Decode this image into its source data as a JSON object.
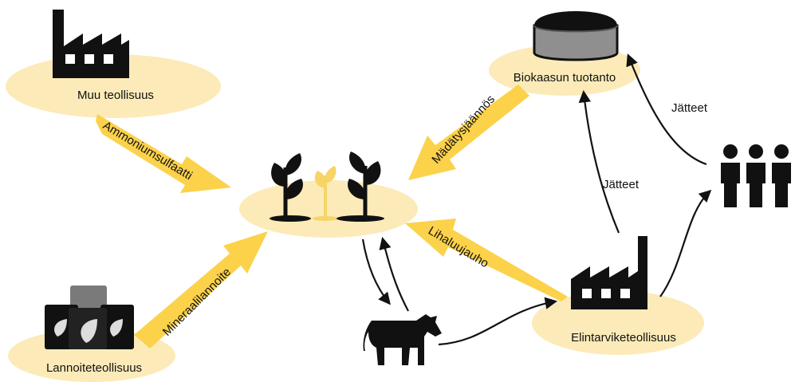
{
  "colors": {
    "ellipse_fill": "#fcebb8",
    "arrow_fill": "#fbd24a",
    "icon_fill": "#111111",
    "sprout_fill": "#f6d566",
    "tank_fill": "#8f8f8f",
    "bag_grey": "#7a7a7a"
  },
  "nodes": {
    "muu": {
      "label": "Muu teollisuus",
      "icon": "factory-icon"
    },
    "lannoite": {
      "label": "Lannoiteteollisuus",
      "icon": "fertilizer-bags-icon"
    },
    "biokaasu": {
      "label": "Biokaasun tuotanto",
      "icon": "biogas-tank-icon"
    },
    "elintarvike": {
      "label": "Elintarviketeollisuus",
      "icon": "factory-icon"
    },
    "kasvit": {
      "icon": "plants-icon"
    },
    "lehma": {
      "icon": "cow-icon"
    },
    "ihmiset": {
      "icon": "people-icon"
    }
  },
  "flows": {
    "ammonium": "Ammoniumsulfaatti",
    "mineraali": "Mineraalilannoite",
    "madatys": "Mädätysjäännös",
    "lihaluu": "Lihaluujauho",
    "jatteet_1": "Jätteet",
    "jatteet_2": "Jätteet"
  }
}
